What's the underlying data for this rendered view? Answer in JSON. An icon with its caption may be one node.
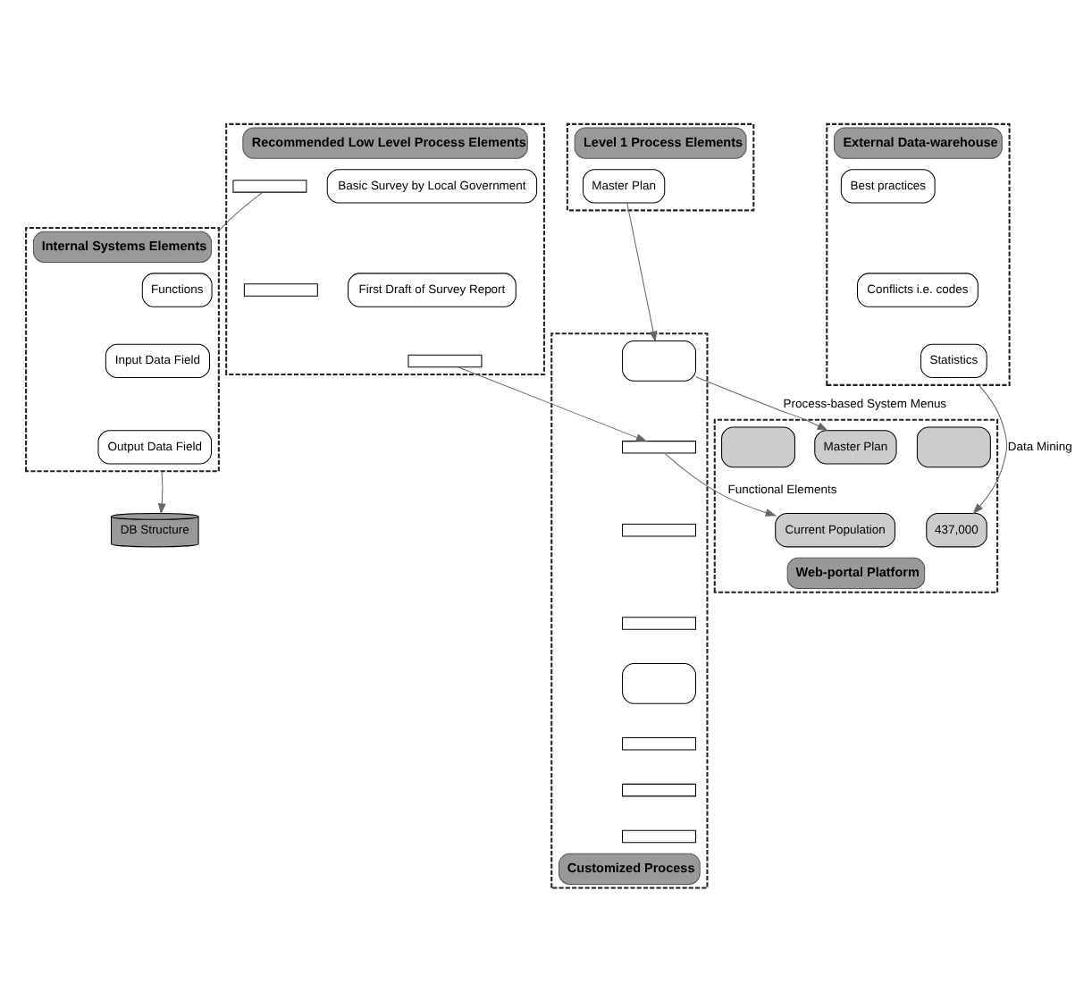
{
  "diagram": {
    "nodes": [
      {
        "text": [
          "Level 1 Process Elements"
        ]
      },
      {
        "text": [
          "Master Plan"
        ],
        "in": 0
      },
      {
        "text": [
          "Recommended Low Level Process Elements"
        ]
      },
      {
        "text": [
          "Basic Survey by Local Government"
        ],
        "in": 2
      },
      {
        "text": [
          "First Draft of Survey Report"
        ],
        "in": 2
      },
      {
        "text": [],
        "shape": "box",
        "in": 2
      },
      {
        "text": [],
        "shape": "box",
        "in": 2
      },
      {
        "text": [],
        "shape": "box",
        "in": 2
      },
      {
        "text": [
          "Internal Systems Elements"
        ]
      },
      {
        "text": [
          "Functions"
        ],
        "in": 8
      },
      {
        "text": [
          "Input Data Field"
        ],
        "in": 8
      },
      {
        "text": [
          "Output Data Field"
        ],
        "in": 8
      },
      {
        "text": [
          "External Data-warehouse"
        ]
      },
      {
        "text": [
          "Best practices"
        ],
        "in": 12
      },
      {
        "text": [
          "Conflicts i.e. codes"
        ],
        "in": 12
      },
      {
        "text": [
          "Statistics"
        ],
        "in": 12
      },
      {
        "text": [
          "DB Structure"
        ]
      },
      {
        "text": [
          "Customized Process"
        ]
      },
      {
        "text": [],
        "shape": "box",
        "in": 17
      },
      {
        "text": [],
        "shape": "box",
        "in": 17
      },
      {
        "text": [],
        "shape": "box",
        "in": 17
      },
      {
        "text": [],
        "shape": "box",
        "in": 17
      },
      {
        "text": [],
        "shape": "box",
        "in": 17
      },
      {
        "text": [],
        "shape": "box",
        "in": 17
      },
      {
        "text": [],
        "shape": "box",
        "in": 17
      },
      {
        "text": [],
        "shape": "box",
        "in": 17
      },
      {
        "text": [
          "Web-portal Platform"
        ]
      },
      {
        "text": [
          "Master Plan"
        ],
        "in": 26
      },
      {
        "text": [],
        "shape": "box",
        "in": 26
      },
      {
        "text": [],
        "shape": "box",
        "in": 26
      },
      {
        "text": [
          "Current Population"
        ],
        "in": 26
      },
      {
        "text": [
          "437,000"
        ],
        "in": 26
      }
    ],
    "edges": [
      {
        "from": 1,
        "to": 18,
        "arrow": "to"
      },
      {
        "from": 5,
        "to": 8,
        "arrow": "none"
      },
      {
        "from": 7,
        "to": 19,
        "arrow": "to"
      },
      {
        "from": 8,
        "to": 16,
        "arrow": "to"
      },
      {
        "from": 12,
        "to": 31,
        "arrow": "to",
        "label": "Data Mining"
      },
      {
        "from": 18,
        "to": 27,
        "arrow": "to",
        "label": "Process-based System Menus"
      },
      {
        "from": 19,
        "to": 30,
        "arrow": "to",
        "label": "Functional Elements"
      }
    ]
  }
}
